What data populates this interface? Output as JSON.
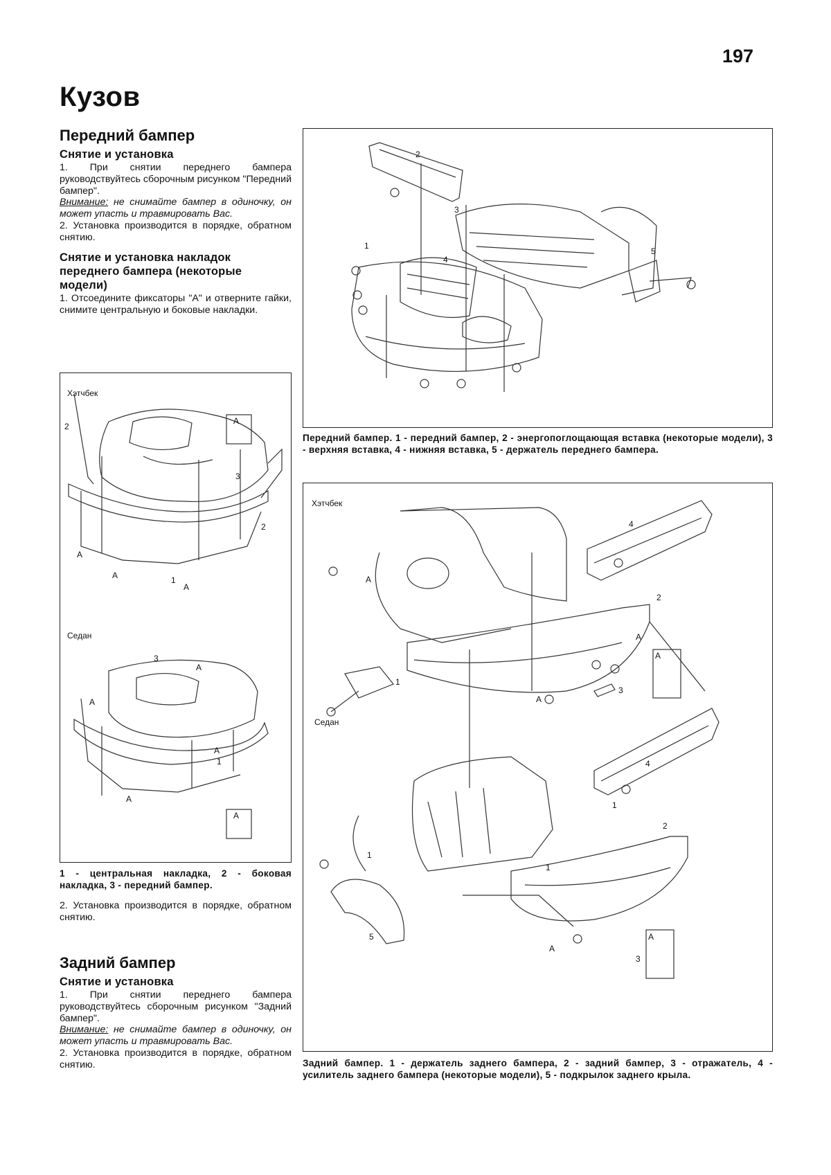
{
  "page_number": "197",
  "chapter_title": "Кузов",
  "front_bumper": {
    "title": "Передний бампер",
    "removal_title": "Снятие и установка",
    "step1": "1. При снятии переднего бампера руководствуйтесь сборочным рисунком \"Передний бампер\".",
    "note_label": "Внимание:",
    "note_text": " не снимайте бампер в одиночку, он может упасть и травмировать Вас.",
    "step2": "2. Установка производится в порядке, обратном снятию.",
    "trims_title": "Снятие и установка накладок переднего бампера (некоторые модели)",
    "trims_step1": "1. Отсоедините фиксаторы \"А\" и отверните гайки, снимите центральную и боковые накладки."
  },
  "trim_figure": {
    "hatchback_label": "Хэтчбек",
    "sedan_label": "Седан",
    "callouts": [
      "1",
      "2",
      "3",
      "A"
    ],
    "caption": "1 - центральная накладка, 2 - боковая накладка, 3 - передний бампер.",
    "after_step2": "2. Установка производится в порядке, обратном снятию."
  },
  "front_figure": {
    "callouts": [
      "1",
      "2",
      "3",
      "4",
      "5"
    ],
    "caption": "Передний бампер. 1 - передний бампер, 2 - энергопоглощающая вставка (некоторые модели), 3 - верхняя вставка, 4 - нижняя вставка, 5 - держатель переднего бампера."
  },
  "rear_bumper": {
    "title": "Задний бампер",
    "removal_title": "Снятие и установка",
    "step1": "1. При снятии переднего бампера руководствуйтесь сборочным рисунком \"Задний бампер\".",
    "note_label": "Внимание:",
    "note_text": " не снимайте бампер в одиночку, он может упасть и травмировать Вас.",
    "step2": "2. Установка производится в порядке, обратном снятию."
  },
  "rear_figure": {
    "hatchback_label": "Хэтчбек",
    "sedan_label": "Седан",
    "callouts": [
      "1",
      "2",
      "3",
      "4",
      "5",
      "A"
    ],
    "caption": "Задний бампер. 1 - держатель заднего бампера, 2 - задний бампер, 3 - отражатель, 4 - усилитель заднего бампера (некоторые модели), 5 - подкрылок заднего крыла."
  }
}
